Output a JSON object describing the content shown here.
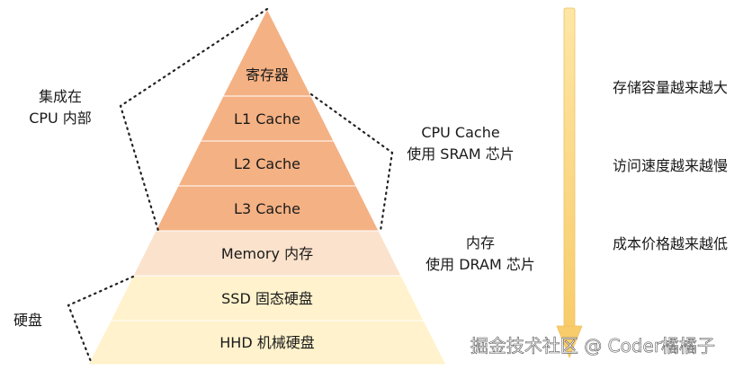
{
  "pyramid": {
    "levels": [
      {
        "label": "寄存器",
        "fill": "#f4b183"
      },
      {
        "label": "L1 Cache",
        "fill": "#f4b183"
      },
      {
        "label": "L2 Cache",
        "fill": "#f4b183"
      },
      {
        "label": "L3 Cache",
        "fill": "#f4b183"
      },
      {
        "label": "Memory 内存",
        "fill": "#fbe2cc"
      },
      {
        "label": "SSD 固态硬盘",
        "fill": "#fff2cc"
      },
      {
        "label": "HHD 机械硬盘",
        "fill": "#fff2cc"
      }
    ]
  },
  "left_annotations": {
    "cpu_internal": [
      "集成在",
      "CPU 内部"
    ],
    "disk": "硬盘"
  },
  "right_annotations": {
    "cpu_cache": [
      "CPU Cache",
      "使用 SRAM 芯片"
    ],
    "memory": [
      "内存",
      "使用 DRAM 芯片"
    ]
  },
  "trend": {
    "items": [
      "存储容量越来越大",
      "访问速度越来越慢",
      "成本价格越来越低"
    ],
    "arrow_color": "#f9d57a"
  },
  "watermark": "掘金技术社区 @ Coder橘橘子"
}
